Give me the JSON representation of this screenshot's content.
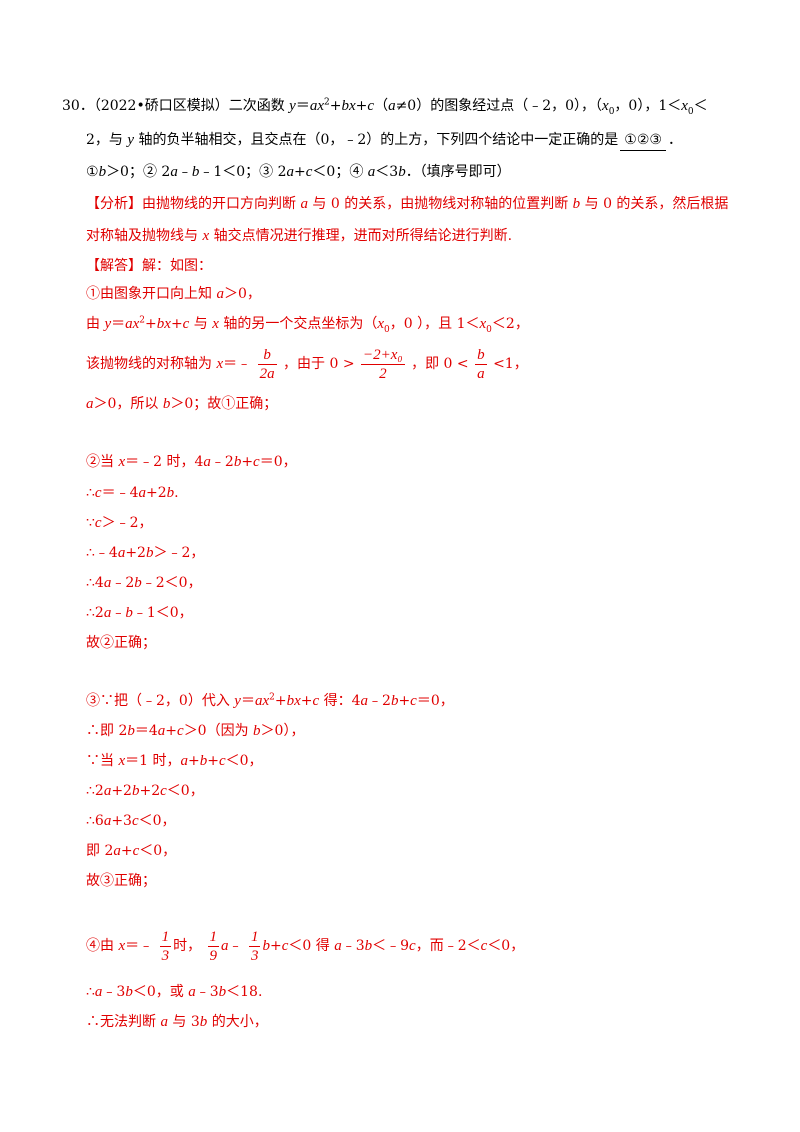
{
  "q": {
    "no": "30．",
    "l1": [
      "（2022•硚口区模拟）二次函数 ",
      "y",
      "＝",
      "ax",
      "2",
      "+",
      "bx",
      "+",
      "c",
      "（",
      "a",
      "≠0）的图象经过点（﹣2，0），（",
      "x",
      "0",
      "，0），1＜",
      "x",
      "0",
      "＜"
    ],
    "l2a": "2，与 ",
    "l2v": "y",
    "l2b": " 轴的负半轴相交，且交点在（0，﹣2）的上方，下列四个结论中一定正确的是",
    "answer": "①②③",
    "l2end": "．",
    "l3": [
      "①",
      "b",
      "＞0；② 2",
      "a",
      "﹣",
      "b",
      "﹣1＜0；③ 2",
      "a",
      "+",
      "c",
      "＜0；④ ",
      "a",
      "＜3",
      "b",
      "．（填序号即可）"
    ]
  },
  "analysis": {
    "l1": [
      "【分析】由抛物线的开口方向判断 ",
      "a",
      " 与 0 的关系，由抛物线对称轴的位置判断 ",
      "b",
      " 与 0 的关系，然后根据"
    ],
    "l2": [
      "对称轴及抛物线与 ",
      "x",
      " 轴交点情况进行推理，进而对所得结论进行判断."
    ]
  },
  "sol": {
    "head": "【解答】解：如图：",
    "s1a": [
      "①由图象开口向上知 ",
      "a",
      "＞0，"
    ],
    "s1b": [
      "由 ",
      "y",
      "＝",
      "ax",
      "2",
      "+",
      "bx",
      "+",
      "c",
      " 与 ",
      "x",
      " 轴的另一个交点坐标为（",
      "x",
      "0",
      "，0 ），且 1＜",
      "x",
      "0",
      "＜2，"
    ],
    "s1c": {
      "pre": "该抛物线的对称轴为 ",
      "x": "x",
      "eq": "＝﹣",
      "f1n": "b",
      "f1d": "2a",
      "mid": "，由于 0",
      "gt": ">",
      "f2n": "−2+x₀",
      "f2d": "2",
      "mid2": "，即 0",
      "lt": "<",
      "f3n": "b",
      "f3d": "a",
      "lt2": "<",
      "end": "1，"
    },
    "s1d": [
      "a",
      "＞0，所以 ",
      "b",
      "＞0；故①正确；"
    ],
    "s2": [
      [
        "②当 ",
        "x",
        "＝﹣2 时，4",
        "a",
        "﹣2",
        "b",
        "+",
        "c",
        "＝0，"
      ],
      [
        "∴",
        "c",
        "＝﹣4",
        "a",
        "+2",
        "b",
        "."
      ],
      [
        "∵",
        "c",
        "＞﹣2，"
      ],
      [
        "∴﹣4",
        "a",
        "+2",
        "b",
        "＞﹣2，"
      ],
      [
        "∴4",
        "a",
        "﹣2",
        "b",
        "﹣2＜0，"
      ],
      [
        "∴2",
        "a",
        "﹣",
        "b",
        "﹣1＜0，"
      ],
      [
        "故②正确；"
      ]
    ],
    "s3": [
      [
        "③∵把（﹣2，0）代入 ",
        "y",
        "＝",
        "ax",
        "2",
        "+",
        "bx",
        "+",
        "c",
        " 得：4",
        "a",
        "﹣2",
        "b",
        "+",
        "c",
        "＝0，"
      ],
      [
        "∴即 2",
        "b",
        "＝4",
        "a",
        "+",
        "c",
        "＞0（因为 ",
        "b",
        "＞0），"
      ],
      [
        "∵当 ",
        "x",
        "＝1 时，",
        "a",
        "+",
        "b",
        "+",
        "c",
        "＜0，"
      ],
      [
        "∴2",
        "a",
        "+2",
        "b",
        "+2",
        "c",
        "＜0，"
      ],
      [
        "∴6",
        "a",
        "+3",
        "c",
        "＜0，"
      ],
      [
        "即 2",
        "a",
        "+",
        "c",
        "＜0，"
      ],
      [
        "故③正确；"
      ]
    ],
    "s4a": {
      "pre": "④由 ",
      "x": "x",
      "eq": "＝﹣",
      "f1n": "1",
      "f1d": "3",
      "t": "时，",
      "f2n": "1",
      "f2d": "9",
      "a": "a",
      "minus": "﹣",
      "f3n": "1",
      "f3d": "3",
      "b": "b",
      "rest": [
        "+",
        "c",
        "＜0 得 ",
        "a",
        "﹣3",
        "b",
        "＜﹣9",
        "c",
        "，而﹣2＜",
        "c",
        "＜0，"
      ]
    },
    "s4b": [
      "∴",
      "a",
      "﹣3",
      "b",
      "＜0，或 ",
      "a",
      "﹣3",
      "b",
      "＜18."
    ],
    "s4c": [
      "∴无法判断 ",
      "a",
      " 与 3",
      "b",
      " 的大小，"
    ]
  }
}
